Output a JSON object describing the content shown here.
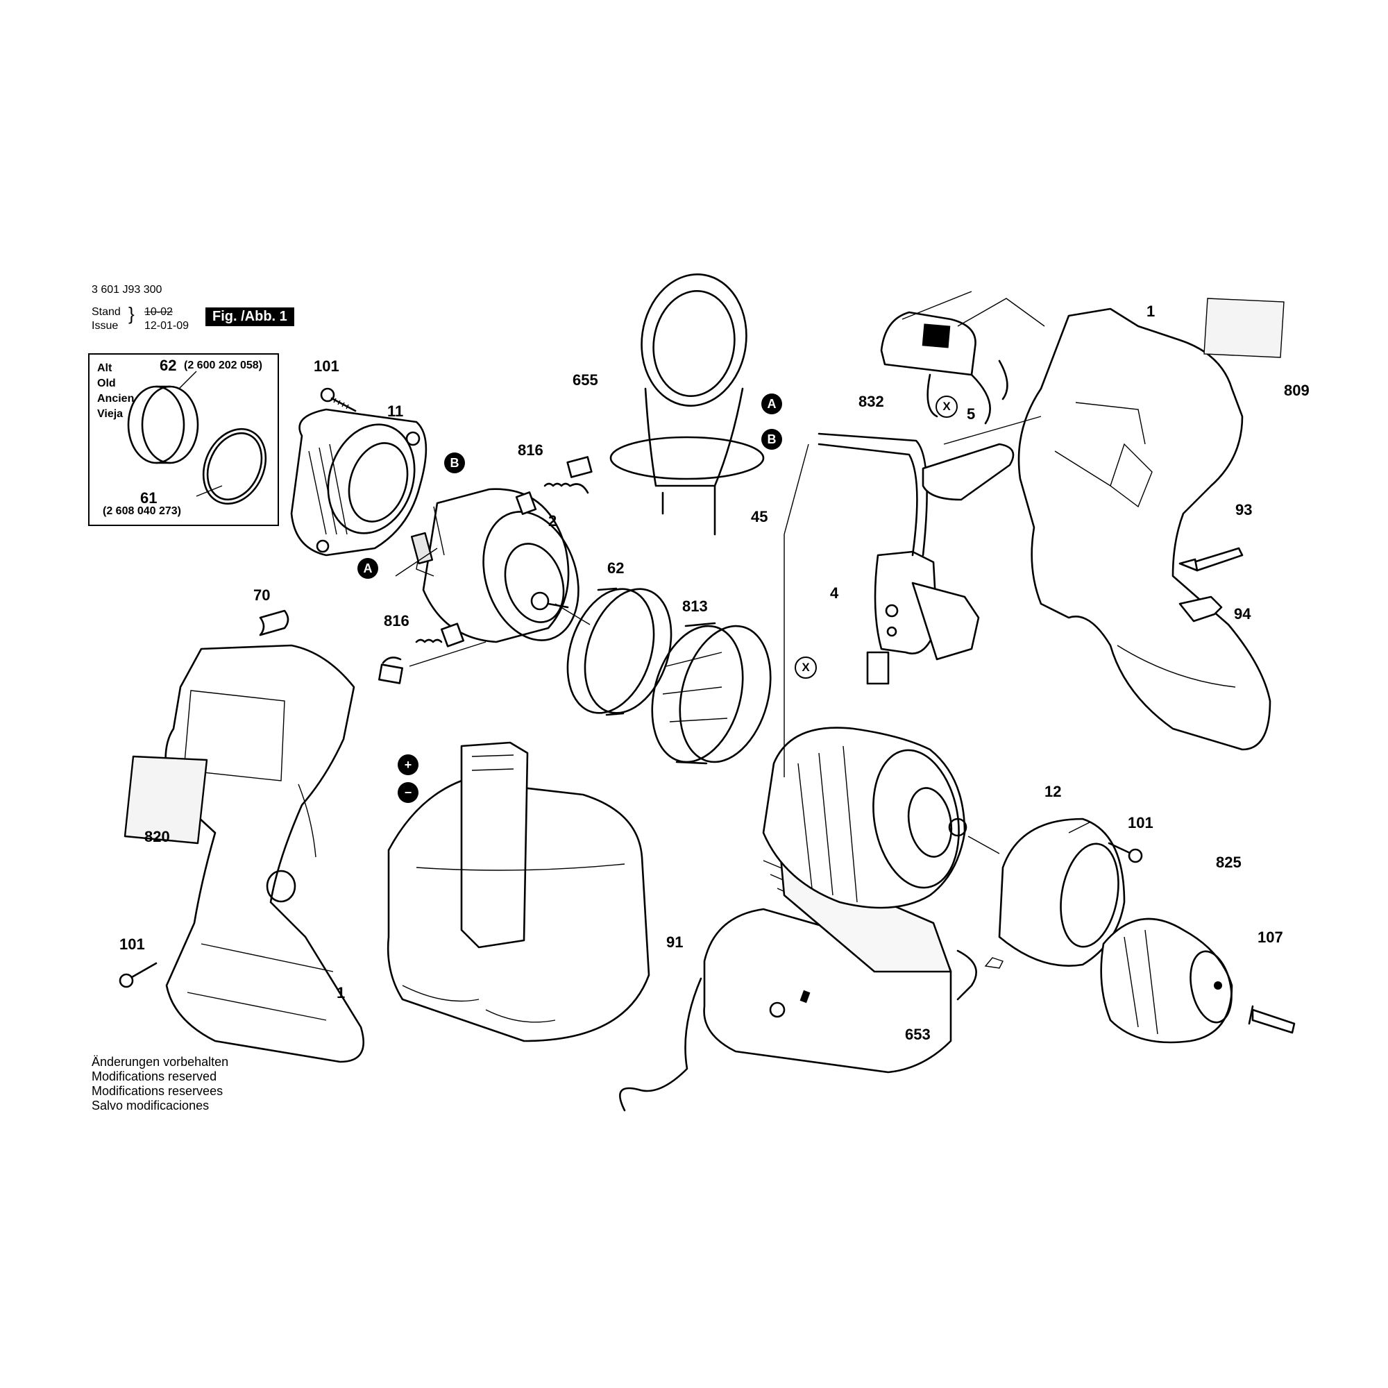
{
  "header": {
    "model_number": "3 601 J93 300",
    "stand_label": "Stand",
    "issue_label": "Issue",
    "stand_value": "10-02",
    "issue_value": "12-01-09",
    "figure_label": "Fig. /Abb. 1"
  },
  "legend_box": {
    "lines": [
      "Alt",
      "Old",
      "Ancien",
      "Vieja"
    ],
    "part_62_no": "62",
    "part_62_code": "(2 600 202 058)",
    "part_61_no": "61",
    "part_61_code": "(2 608 040 273)"
  },
  "part_labels": {
    "p101_top": "101",
    "p11": "11",
    "p655": "655",
    "p816_top": "816",
    "p2": "2",
    "p62": "62",
    "p813": "813",
    "p816_mid": "816",
    "p70": "70",
    "p832": "832",
    "p5": "5",
    "p45": "45",
    "p4": "4",
    "p1_top": "1",
    "p809": "809",
    "p93": "93",
    "p94": "94",
    "p820": "820",
    "p101_left": "101",
    "p1_bottom": "1",
    "p91": "91",
    "p12": "12",
    "p101_right": "101",
    "p825": "825",
    "p107": "107",
    "p653": "653"
  },
  "connector_badges": {
    "a_left": "A",
    "b_left": "B",
    "a_right": "A",
    "b_right": "B",
    "x_top": "X",
    "x_mid": "X",
    "plus": "+",
    "minus": "−"
  },
  "footer_notes": [
    "Änderungen vorbehalten",
    "Modifications reserved",
    "Modifications reservees",
    "Salvo modificaciones"
  ]
}
